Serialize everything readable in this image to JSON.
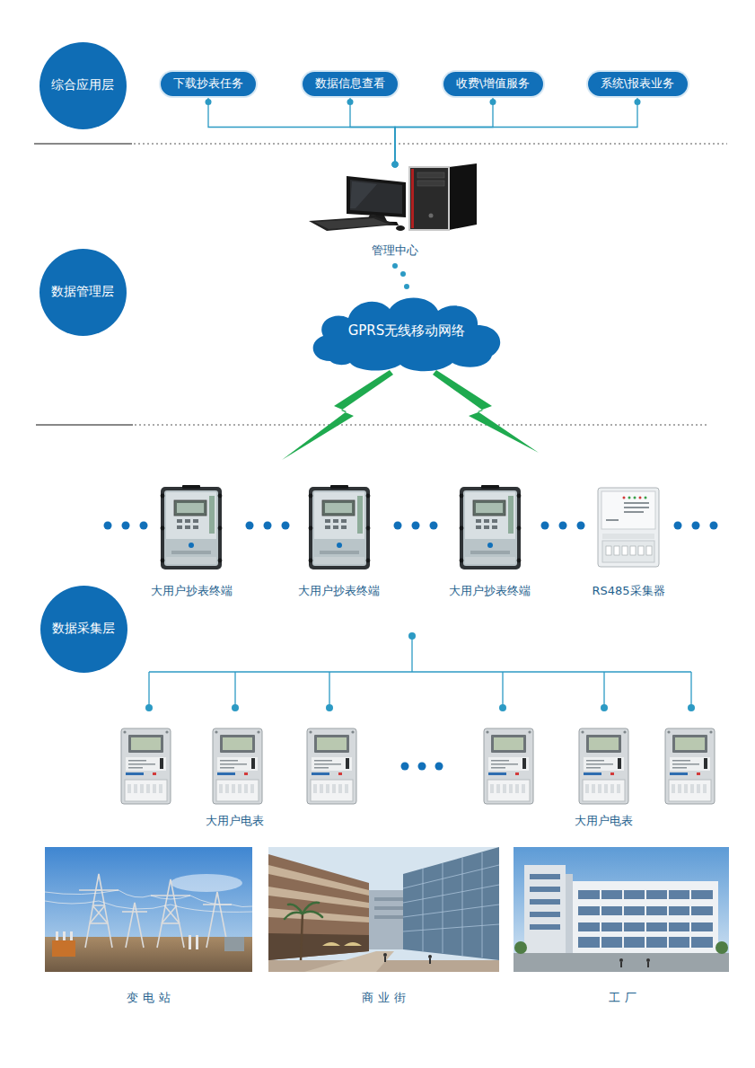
{
  "diagram": {
    "nodes": [
      {
        "text": [
          "综合应用层"
        ]
      },
      {
        "text": [
          "下载抄表任务"
        ]
      },
      {
        "text": [
          "数据信息查看"
        ]
      },
      {
        "text": [
          "收费\\增值服务"
        ]
      },
      {
        "text": [
          "系统\\报表业务"
        ]
      },
      {
        "text": [
          "管理中心"
        ]
      },
      {
        "text": [
          "数据管理层"
        ]
      },
      {
        "text": [
          "GPRS无线移动网络"
        ]
      },
      {
        "text": [
          "数据采集层"
        ]
      }
    ],
    "edges": [
      {
        "from": 1,
        "to": 5,
        "arrow": "none"
      },
      {
        "from": 2,
        "to": 5,
        "arrow": "none"
      },
      {
        "from": 3,
        "to": 5,
        "arrow": "none"
      },
      {
        "from": 4,
        "to": 5,
        "arrow": "none"
      },
      {
        "from": 5,
        "to": 7,
        "arrow": "none"
      }
    ],
    "labels": [
      "大用户抄表终端",
      "大用户抄表终端",
      "大用户抄表终端",
      "RS485采集器",
      "大用户电表",
      "大用户电表",
      "变电站",
      "商业街",
      "工厂"
    ]
  }
}
